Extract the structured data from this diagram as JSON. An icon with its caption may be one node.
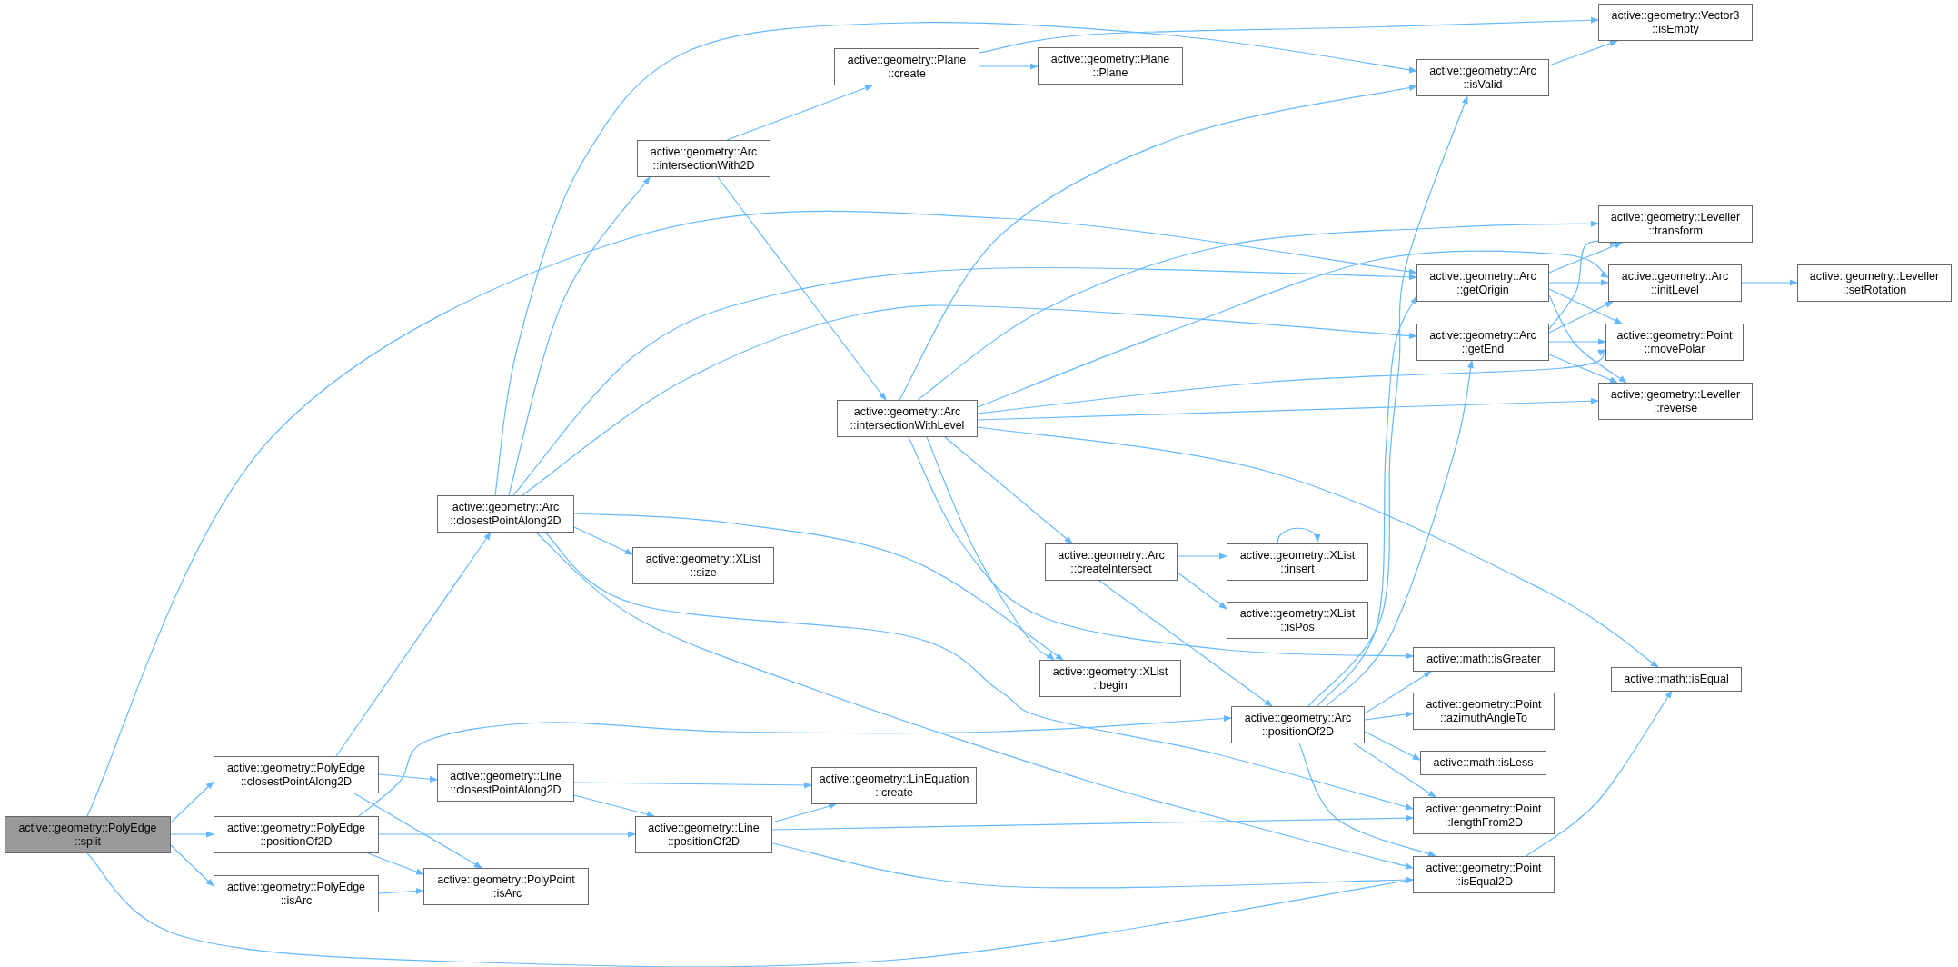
{
  "diagram": {
    "nodes": [
      {
        "text": [
          "active::geometry::PolyEdge ::split"
        ]
      },
      {
        "text": [
          "active::geometry::PolyEdge ::closestPointAlong2D"
        ]
      },
      {
        "text": [
          "active::geometry::PolyEdge ::positionOf2D"
        ]
      },
      {
        "text": [
          "active::geometry::PolyEdge ::isArc"
        ]
      },
      {
        "text": [
          "active::geometry::Arc ::closestPointAlong2D"
        ]
      },
      {
        "text": [
          "active::geometry::Line ::closestPointAlong2D"
        ]
      },
      {
        "text": [
          "active::geometry::PolyPoint ::isArc"
        ]
      },
      {
        "text": [
          "active::geometry::Line ::positionOf2D"
        ]
      },
      {
        "text": [
          "active::geometry::Arc ::intersectionWith2D"
        ]
      },
      {
        "text": [
          "active::geometry::XList ::size"
        ]
      },
      {
        "text": [
          "active::geometry::XList ::begin"
        ]
      },
      {
        "text": [
          "active::geometry::Plane ::create"
        ]
      },
      {
        "text": [
          "active::geometry::Plane ::Plane"
        ]
      },
      {
        "text": [
          "active::geometry::Arc ::intersectionWithLevel"
        ]
      },
      {
        "text": [
          "active::geometry::Arc ::createIntersect"
        ]
      },
      {
        "text": [
          "active::geometry::Arc ::positionOf2D"
        ]
      },
      {
        "text": [
          "active::geometry::LinEquation ::create"
        ]
      },
      {
        "text": [
          "active::geometry::Vector3 ::isEmpty"
        ]
      },
      {
        "text": [
          "active::geometry::Arc ::isValid"
        ]
      },
      {
        "text": [
          "active::geometry::Arc ::getOrigin"
        ]
      },
      {
        "text": [
          "active::geometry::Arc ::getEnd"
        ]
      },
      {
        "text": [
          "active::geometry::Leveller ::transform"
        ]
      },
      {
        "text": [
          "active::geometry::Arc ::initLevel"
        ]
      },
      {
        "text": [
          "active::geometry::Leveller ::setRotation"
        ]
      },
      {
        "text": [
          "active::geometry::Point ::movePolar"
        ]
      },
      {
        "text": [
          "active::geometry::Leveller ::reverse"
        ]
      },
      {
        "text": [
          "active::geometry::XList ::insert"
        ]
      },
      {
        "text": [
          "active::geometry::XList ::isPos"
        ]
      },
      {
        "text": [
          "active::math::isGreater"
        ]
      },
      {
        "text": [
          "active::math::isEqual"
        ]
      },
      {
        "text": [
          "active::geometry::Point ::azimuthAngleTo"
        ]
      },
      {
        "text": [
          "active::math::isLess"
        ]
      },
      {
        "text": [
          "active::geometry::Point ::lengthFrom2D"
        ]
      },
      {
        "text": [
          "active::geometry::Point ::isEqual2D"
        ]
      }
    ],
    "edges": [
      {
        "from": 0,
        "to": 19,
        "arrow": "to"
      },
      {
        "from": 0,
        "to": 1,
        "arrow": "to"
      },
      {
        "from": 0,
        "to": 2,
        "arrow": "to"
      },
      {
        "from": 0,
        "to": 3,
        "arrow": "to"
      },
      {
        "from": 0,
        "to": 33,
        "arrow": "to"
      },
      {
        "from": 1,
        "to": 4,
        "arrow": "to"
      },
      {
        "from": 1,
        "to": 5,
        "arrow": "to"
      },
      {
        "from": 1,
        "to": 6,
        "arrow": "to"
      },
      {
        "from": 2,
        "to": 15,
        "arrow": "to"
      },
      {
        "from": 2,
        "to": 7,
        "arrow": "to"
      },
      {
        "from": 2,
        "to": 6,
        "arrow": "to"
      },
      {
        "from": 3,
        "to": 6,
        "arrow": "to"
      },
      {
        "from": 4,
        "to": 18,
        "arrow": "to"
      },
      {
        "from": 4,
        "to": 8,
        "arrow": "to"
      },
      {
        "from": 4,
        "to": 19,
        "arrow": "to"
      },
      {
        "from": 4,
        "to": 20,
        "arrow": "to"
      },
      {
        "from": 4,
        "to": 9,
        "arrow": "to"
      },
      {
        "from": 4,
        "to": 10,
        "arrow": "to"
      },
      {
        "from": 4,
        "to": 32,
        "arrow": "to"
      },
      {
        "from": 4,
        "to": 33,
        "arrow": "to"
      },
      {
        "from": 5,
        "to": 16,
        "arrow": "to"
      },
      {
        "from": 5,
        "to": 7,
        "arrow": "to"
      },
      {
        "from": 7,
        "to": 16,
        "arrow": "to"
      },
      {
        "from": 7,
        "to": 32,
        "arrow": "to"
      },
      {
        "from": 7,
        "to": 33,
        "arrow": "to"
      },
      {
        "from": 8,
        "to": 11,
        "arrow": "to"
      },
      {
        "from": 8,
        "to": 13,
        "arrow": "to"
      },
      {
        "from": 11,
        "to": 12,
        "arrow": "to"
      },
      {
        "from": 11,
        "to": 17,
        "arrow": "to"
      },
      {
        "from": 13,
        "to": 18,
        "arrow": "to"
      },
      {
        "from": 13,
        "to": 21,
        "arrow": "to"
      },
      {
        "from": 13,
        "to": 22,
        "arrow": "to"
      },
      {
        "from": 13,
        "to": 24,
        "arrow": "to"
      },
      {
        "from": 13,
        "to": 25,
        "arrow": "to"
      },
      {
        "from": 13,
        "to": 29,
        "arrow": "to"
      },
      {
        "from": 13,
        "to": 14,
        "arrow": "to"
      },
      {
        "from": 13,
        "to": 10,
        "arrow": "to"
      },
      {
        "from": 13,
        "to": 28,
        "arrow": "to"
      },
      {
        "from": 14,
        "to": 26,
        "arrow": "to"
      },
      {
        "from": 14,
        "to": 27,
        "arrow": "to"
      },
      {
        "from": 14,
        "to": 15,
        "arrow": "to"
      },
      {
        "from": 26,
        "to": 26,
        "arrow": "to"
      },
      {
        "from": 15,
        "to": 18,
        "arrow": "to"
      },
      {
        "from": 15,
        "to": 19,
        "arrow": "to"
      },
      {
        "from": 15,
        "to": 20,
        "arrow": "to"
      },
      {
        "from": 15,
        "to": 28,
        "arrow": "to"
      },
      {
        "from": 15,
        "to": 30,
        "arrow": "to"
      },
      {
        "from": 15,
        "to": 31,
        "arrow": "to"
      },
      {
        "from": 15,
        "to": 32,
        "arrow": "to"
      },
      {
        "from": 15,
        "to": 33,
        "arrow": "to"
      },
      {
        "from": 18,
        "to": 17,
        "arrow": "to"
      },
      {
        "from": 19,
        "to": 21,
        "arrow": "to"
      },
      {
        "from": 19,
        "to": 22,
        "arrow": "to"
      },
      {
        "from": 19,
        "to": 24,
        "arrow": "to"
      },
      {
        "from": 19,
        "to": 25,
        "arrow": "to"
      },
      {
        "from": 20,
        "to": 21,
        "arrow": "to"
      },
      {
        "from": 20,
        "to": 22,
        "arrow": "to"
      },
      {
        "from": 20,
        "to": 24,
        "arrow": "to"
      },
      {
        "from": 20,
        "to": 25,
        "arrow": "to"
      },
      {
        "from": 22,
        "to": 23,
        "arrow": "to"
      },
      {
        "from": 33,
        "to": 29,
        "arrow": "to"
      }
    ]
  }
}
